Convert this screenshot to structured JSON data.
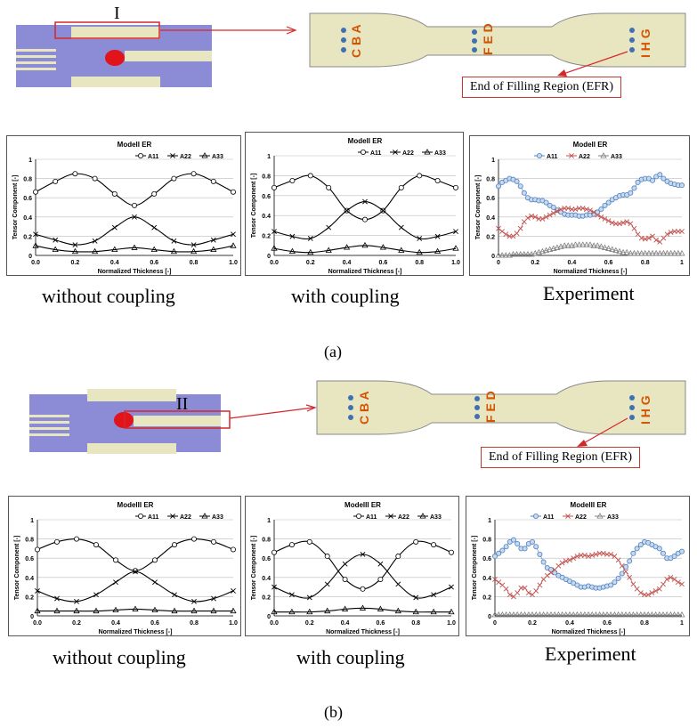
{
  "figure": {
    "part_a_label": "(a)",
    "part_b_label": "(b)",
    "part_a_roman": "I",
    "part_b_roman": "II",
    "efr_label": "End of  Filling Region (EFR)",
    "strip_labels": [
      "C B A",
      "F E D",
      "I H G"
    ],
    "colors": {
      "mold": "#8b8bd6",
      "strip": "#e8e6c0",
      "dot": "#3f6fb5",
      "gate": "#e0141a",
      "arrow": "#d62728"
    }
  },
  "captions": {
    "without": "without coupling",
    "with": "with coupling",
    "experiment": "Experiment"
  },
  "chart_data": [
    {
      "type": "line",
      "title": "ModelI ER",
      "xlabel": "Normalized Thickness [-]",
      "ylabel": "Tensor Component [-]",
      "xlim": [
        0,
        1
      ],
      "ylim": [
        0,
        1
      ],
      "xticks": [
        "0.0",
        "0.2",
        "0.4",
        "0.6",
        "0.8",
        "1.0"
      ],
      "yticks": [
        "0",
        "0.2",
        "0.4",
        "0.6",
        "0.8",
        "1"
      ],
      "x": [
        0,
        0.1,
        0.2,
        0.3,
        0.4,
        0.5,
        0.6,
        0.7,
        0.8,
        0.9,
        1.0
      ],
      "series": [
        {
          "name": "A11",
          "marker": "circle",
          "values": [
            0.66,
            0.77,
            0.85,
            0.8,
            0.64,
            0.52,
            0.64,
            0.8,
            0.85,
            0.77,
            0.66
          ]
        },
        {
          "name": "A22",
          "marker": "cross",
          "values": [
            0.22,
            0.16,
            0.11,
            0.15,
            0.29,
            0.4,
            0.29,
            0.15,
            0.11,
            0.16,
            0.22
          ]
        },
        {
          "name": "A33",
          "marker": "triangle",
          "values": [
            0.1,
            0.06,
            0.04,
            0.04,
            0.06,
            0.08,
            0.06,
            0.04,
            0.04,
            0.06,
            0.1
          ]
        }
      ]
    },
    {
      "type": "line",
      "title": "ModelI ER",
      "xlabel": "Normalized Thickness [-]",
      "ylabel": "Tensor Component [-]",
      "xlim": [
        0,
        1
      ],
      "ylim": [
        0,
        1
      ],
      "xticks": [
        "0.0",
        "0.2",
        "0.4",
        "0.6",
        "0.8",
        "1.0"
      ],
      "yticks": [
        "0",
        "0.2",
        "0.4",
        "0.6",
        "0.8",
        "1"
      ],
      "x": [
        0,
        0.1,
        0.2,
        0.3,
        0.4,
        0.5,
        0.6,
        0.7,
        0.8,
        0.9,
        1.0
      ],
      "series": [
        {
          "name": "A11",
          "marker": "circle",
          "values": [
            0.68,
            0.75,
            0.8,
            0.68,
            0.45,
            0.36,
            0.45,
            0.68,
            0.8,
            0.75,
            0.68
          ]
        },
        {
          "name": "A22",
          "marker": "cross",
          "values": [
            0.24,
            0.19,
            0.17,
            0.28,
            0.45,
            0.54,
            0.45,
            0.28,
            0.17,
            0.19,
            0.24
          ]
        },
        {
          "name": "A33",
          "marker": "triangle",
          "values": [
            0.07,
            0.04,
            0.03,
            0.05,
            0.08,
            0.1,
            0.08,
            0.05,
            0.03,
            0.04,
            0.07
          ]
        }
      ]
    },
    {
      "type": "line",
      "title": "ModelI ER",
      "xlabel": "Normalized Thickness [-]",
      "ylabel": "Tensor Component [-]",
      "xlim": [
        0,
        1
      ],
      "ylim": [
        0,
        1
      ],
      "xticks": [
        "0",
        "0.2",
        "0.4",
        "0.6",
        "0.8",
        "1"
      ],
      "yticks": [
        "0",
        "0.2",
        "0.4",
        "0.6",
        "0.8",
        "1"
      ],
      "x": [
        0,
        0.02,
        0.04,
        0.06,
        0.08,
        0.1,
        0.12,
        0.14,
        0.16,
        0.18,
        0.2,
        0.22,
        0.24,
        0.26,
        0.28,
        0.3,
        0.32,
        0.34,
        0.36,
        0.38,
        0.4,
        0.42,
        0.44,
        0.46,
        0.48,
        0.5,
        0.52,
        0.54,
        0.56,
        0.58,
        0.6,
        0.62,
        0.64,
        0.66,
        0.68,
        0.7,
        0.72,
        0.74,
        0.76,
        0.78,
        0.8,
        0.82,
        0.84,
        0.86,
        0.88,
        0.9,
        0.92,
        0.94,
        0.96,
        0.98,
        1.0
      ],
      "series": [
        {
          "name": "A11",
          "marker": "circle",
          "values": [
            0.72,
            0.76,
            0.78,
            0.8,
            0.79,
            0.77,
            0.72,
            0.65,
            0.6,
            0.58,
            0.58,
            0.57,
            0.57,
            0.55,
            0.52,
            0.5,
            0.47,
            0.45,
            0.43,
            0.42,
            0.42,
            0.42,
            0.41,
            0.41,
            0.42,
            0.42,
            0.43,
            0.45,
            0.48,
            0.52,
            0.55,
            0.58,
            0.6,
            0.62,
            0.63,
            0.63,
            0.65,
            0.7,
            0.76,
            0.79,
            0.8,
            0.8,
            0.78,
            0.82,
            0.84,
            0.8,
            0.77,
            0.75,
            0.74,
            0.73,
            0.73
          ]
        },
        {
          "name": "A22",
          "marker": "cross",
          "values": [
            0.28,
            0.25,
            0.22,
            0.2,
            0.2,
            0.23,
            0.28,
            0.35,
            0.39,
            0.41,
            0.4,
            0.38,
            0.38,
            0.4,
            0.42,
            0.44,
            0.46,
            0.48,
            0.49,
            0.49,
            0.48,
            0.48,
            0.49,
            0.49,
            0.48,
            0.47,
            0.45,
            0.42,
            0.4,
            0.38,
            0.36,
            0.34,
            0.33,
            0.33,
            0.34,
            0.35,
            0.33,
            0.28,
            0.22,
            0.18,
            0.17,
            0.18,
            0.2,
            0.16,
            0.14,
            0.18,
            0.22,
            0.24,
            0.25,
            0.25,
            0.25
          ]
        },
        {
          "name": "A33",
          "marker": "triangle",
          "values": [
            0.0,
            0.0,
            0.0,
            0.0,
            0.01,
            0.01,
            0.01,
            0.01,
            0.01,
            0.01,
            0.02,
            0.03,
            0.04,
            0.05,
            0.06,
            0.07,
            0.08,
            0.09,
            0.1,
            0.1,
            0.1,
            0.11,
            0.11,
            0.11,
            0.11,
            0.11,
            0.1,
            0.1,
            0.09,
            0.08,
            0.07,
            0.06,
            0.05,
            0.04,
            0.03,
            0.03,
            0.02,
            0.02,
            0.02,
            0.02,
            0.02,
            0.02,
            0.02,
            0.02,
            0.02,
            0.02,
            0.02,
            0.02,
            0.02,
            0.02,
            0.02
          ]
        }
      ]
    },
    {
      "type": "line",
      "title": "ModelII ER",
      "xlabel": "Normalized Thickness [-]",
      "ylabel": "Tensor Component [-]",
      "xlim": [
        0,
        1
      ],
      "ylim": [
        0,
        1
      ],
      "xticks": [
        "0.0",
        "0.2",
        "0.4",
        "0.6",
        "0.8",
        "1.0"
      ],
      "yticks": [
        "0",
        "0.2",
        "0.4",
        "0.6",
        "0.8",
        "1"
      ],
      "x": [
        0,
        0.1,
        0.2,
        0.3,
        0.4,
        0.5,
        0.6,
        0.7,
        0.8,
        0.9,
        1.0
      ],
      "series": [
        {
          "name": "A11",
          "marker": "circle",
          "values": [
            0.69,
            0.77,
            0.8,
            0.74,
            0.58,
            0.47,
            0.58,
            0.74,
            0.8,
            0.77,
            0.69
          ]
        },
        {
          "name": "A22",
          "marker": "cross",
          "values": [
            0.26,
            0.18,
            0.15,
            0.22,
            0.35,
            0.46,
            0.35,
            0.22,
            0.15,
            0.18,
            0.26
          ]
        },
        {
          "name": "A33",
          "marker": "triangle",
          "values": [
            0.05,
            0.05,
            0.05,
            0.05,
            0.06,
            0.07,
            0.06,
            0.05,
            0.05,
            0.05,
            0.05
          ]
        }
      ]
    },
    {
      "type": "line",
      "title": "ModelII ER",
      "xlabel": "Normalized Thickness [-]",
      "ylabel": "Tensor Component [-]",
      "xlim": [
        0,
        1
      ],
      "ylim": [
        0,
        1
      ],
      "xticks": [
        "0.0",
        "0.2",
        "0.4",
        "0.6",
        "0.8",
        "1.0"
      ],
      "yticks": [
        "0",
        "0.2",
        "0.4",
        "0.6",
        "0.8",
        "1"
      ],
      "x": [
        0,
        0.1,
        0.2,
        0.3,
        0.4,
        0.5,
        0.6,
        0.7,
        0.8,
        0.9,
        1.0
      ],
      "series": [
        {
          "name": "A11",
          "marker": "circle",
          "values": [
            0.66,
            0.74,
            0.77,
            0.62,
            0.38,
            0.28,
            0.38,
            0.62,
            0.77,
            0.74,
            0.66
          ]
        },
        {
          "name": "A22",
          "marker": "cross",
          "values": [
            0.3,
            0.22,
            0.19,
            0.33,
            0.54,
            0.64,
            0.54,
            0.33,
            0.19,
            0.22,
            0.3
          ]
        },
        {
          "name": "A33",
          "marker": "triangle",
          "values": [
            0.04,
            0.04,
            0.04,
            0.05,
            0.07,
            0.08,
            0.07,
            0.05,
            0.04,
            0.04,
            0.04
          ]
        }
      ]
    },
    {
      "type": "line",
      "title": "ModelII ER",
      "xlabel": "Normalized Thickness [-]",
      "ylabel": "Tensor Component [-]",
      "xlim": [
        0,
        1
      ],
      "ylim": [
        0,
        1
      ],
      "xticks": [
        "0",
        "0.2",
        "0.4",
        "0.6",
        "0.8",
        "1"
      ],
      "yticks": [
        "0",
        "0.2",
        "0.4",
        "0.6",
        "0.8",
        "1"
      ],
      "x": [
        0,
        0.02,
        0.04,
        0.06,
        0.08,
        0.1,
        0.12,
        0.14,
        0.16,
        0.18,
        0.2,
        0.22,
        0.24,
        0.26,
        0.28,
        0.3,
        0.32,
        0.34,
        0.36,
        0.38,
        0.4,
        0.42,
        0.44,
        0.46,
        0.48,
        0.5,
        0.52,
        0.54,
        0.56,
        0.58,
        0.6,
        0.62,
        0.64,
        0.66,
        0.68,
        0.7,
        0.72,
        0.74,
        0.76,
        0.78,
        0.8,
        0.82,
        0.84,
        0.86,
        0.88,
        0.9,
        0.92,
        0.94,
        0.96,
        0.98,
        1.0
      ],
      "series": [
        {
          "name": "A11",
          "marker": "circle",
          "values": [
            0.62,
            0.65,
            0.68,
            0.72,
            0.77,
            0.79,
            0.75,
            0.7,
            0.7,
            0.75,
            0.77,
            0.72,
            0.64,
            0.56,
            0.5,
            0.48,
            0.45,
            0.42,
            0.4,
            0.38,
            0.36,
            0.34,
            0.32,
            0.3,
            0.3,
            0.31,
            0.3,
            0.29,
            0.29,
            0.3,
            0.31,
            0.32,
            0.35,
            0.39,
            0.44,
            0.51,
            0.57,
            0.65,
            0.7,
            0.74,
            0.77,
            0.76,
            0.74,
            0.72,
            0.7,
            0.65,
            0.6,
            0.6,
            0.62,
            0.65,
            0.67
          ]
        },
        {
          "name": "A22",
          "marker": "cross",
          "values": [
            0.38,
            0.35,
            0.32,
            0.28,
            0.22,
            0.2,
            0.24,
            0.29,
            0.29,
            0.24,
            0.22,
            0.26,
            0.32,
            0.38,
            0.42,
            0.45,
            0.48,
            0.52,
            0.55,
            0.57,
            0.58,
            0.6,
            0.62,
            0.63,
            0.63,
            0.62,
            0.63,
            0.64,
            0.65,
            0.65,
            0.64,
            0.64,
            0.62,
            0.58,
            0.52,
            0.46,
            0.4,
            0.33,
            0.28,
            0.24,
            0.22,
            0.22,
            0.24,
            0.26,
            0.28,
            0.33,
            0.38,
            0.4,
            0.38,
            0.35,
            0.33
          ]
        },
        {
          "name": "A33",
          "marker": "triangle",
          "values": [
            0.01,
            0.01,
            0.01,
            0.01,
            0.01,
            0.01,
            0.01,
            0.01,
            0.01,
            0.01,
            0.01,
            0.01,
            0.01,
            0.01,
            0.01,
            0.01,
            0.01,
            0.01,
            0.01,
            0.01,
            0.01,
            0.01,
            0.01,
            0.01,
            0.01,
            0.01,
            0.01,
            0.01,
            0.01,
            0.01,
            0.01,
            0.01,
            0.01,
            0.01,
            0.01,
            0.01,
            0.01,
            0.01,
            0.01,
            0.01,
            0.01,
            0.01,
            0.01,
            0.01,
            0.01,
            0.01,
            0.01,
            0.01,
            0.01,
            0.01,
            0.01
          ]
        }
      ]
    }
  ]
}
